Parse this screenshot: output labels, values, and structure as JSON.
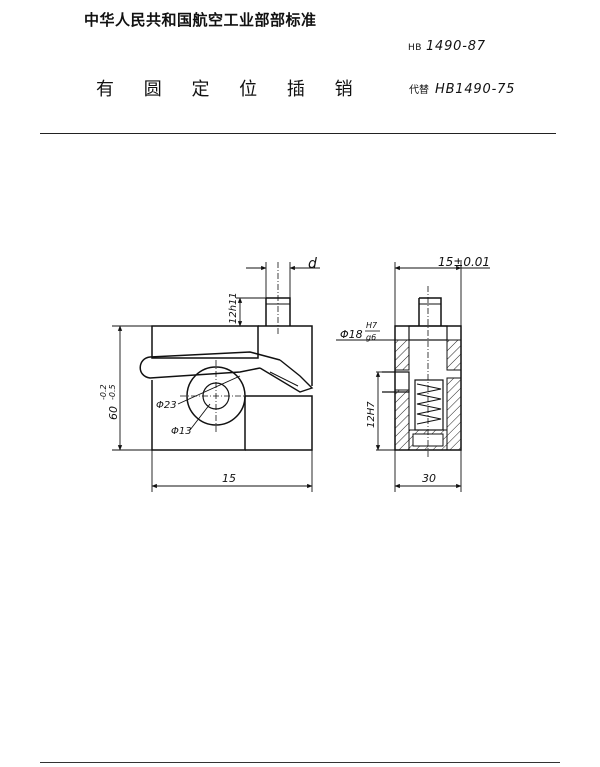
{
  "header": {
    "organization": "中华人民共和国航空工业部部标准",
    "standard_prefix": "HB",
    "standard_number": "1490-87",
    "title": "有 圆 定 位 插 销",
    "replaces_label": "代替",
    "replaces_number": "HB1490-75"
  },
  "drawing": {
    "dimensions": {
      "d": "d",
      "pin_fit": "12h11",
      "height": "60",
      "height_tol_upper": "-0.2",
      "height_tol_lower": "-0.5",
      "dia_23": "Φ23",
      "dia_13": "Φ13",
      "width_15": "15",
      "side_15": "15±0.01",
      "bore_18": "Φ18",
      "bore_fit_upper": "H7",
      "bore_fit_lower": "g6",
      "fit_12h7": "12H7",
      "depth_30": "30"
    }
  }
}
